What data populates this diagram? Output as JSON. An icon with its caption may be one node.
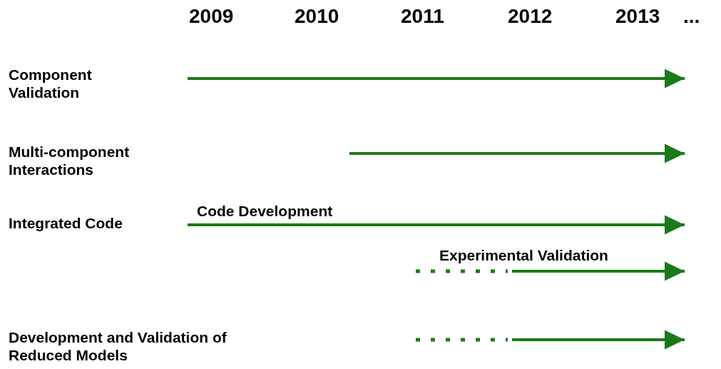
{
  "diagram": {
    "labels": [
      "2009",
      "2010",
      "2011",
      "2012",
      "2013",
      "...",
      "Component Validation",
      "Multi-component Interactions",
      "Integrated Code",
      "Code Development",
      "Experimental Validation",
      "Development and Validation of Reduced Models"
    ]
  }
}
